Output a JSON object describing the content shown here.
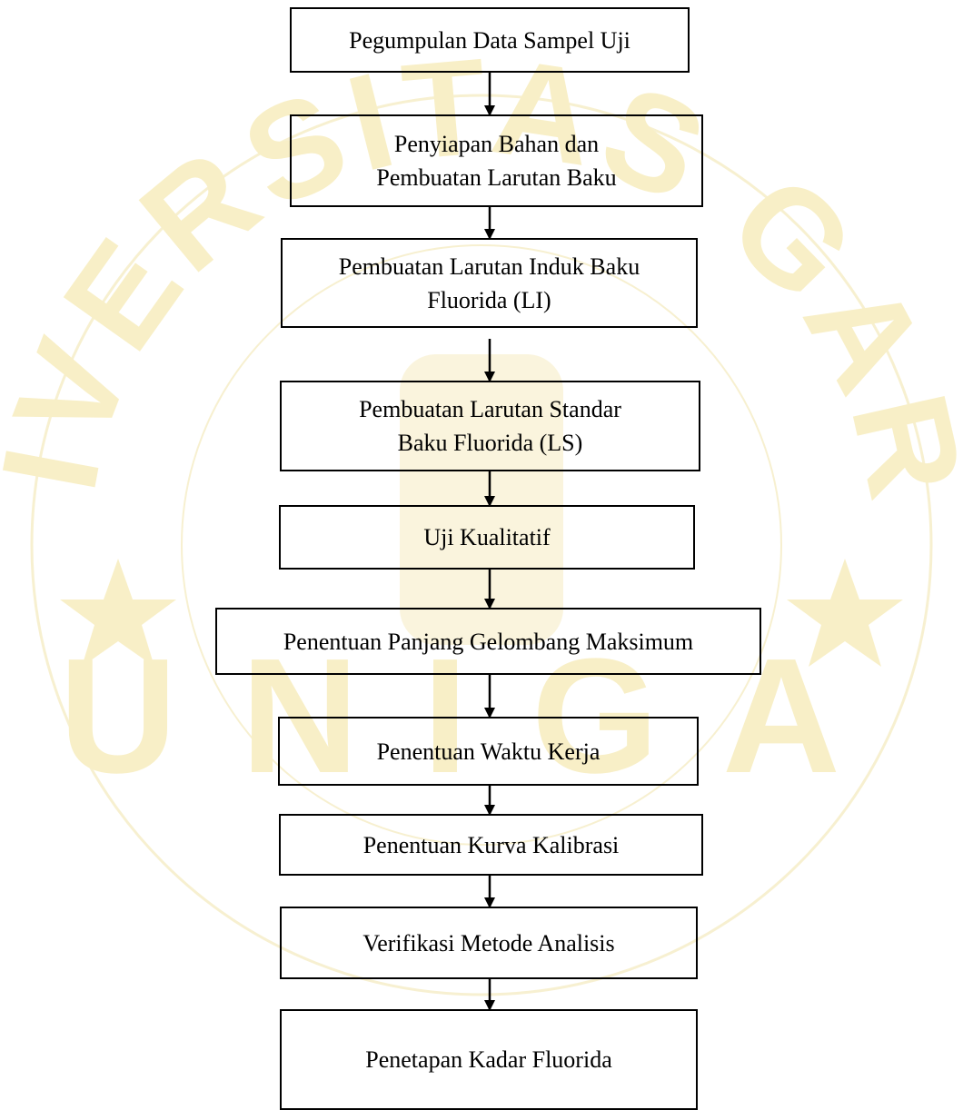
{
  "watermark": {
    "arc_text": "UNIVERSITAS GARUT",
    "bottom_text": "UNIGA",
    "color": "#f3e39a"
  },
  "flowchart": {
    "steps": [
      {
        "lines": [
          "Pegumpulan Data Sampel Uji"
        ]
      },
      {
        "lines": [
          "Penyiapan Bahan dan",
          "Pembuatan Larutan Baku"
        ]
      },
      {
        "lines": [
          "Pembuatan Larutan Induk Baku",
          "Fluorida (LI)"
        ]
      },
      {
        "lines": [
          "Pembuatan Larutan Standar",
          "Baku Fluorida (LS)"
        ]
      },
      {
        "lines": [
          "Uji Kualitatif"
        ]
      },
      {
        "lines": [
          "Penentuan Panjang Gelombang Maksimum"
        ]
      },
      {
        "lines": [
          "Penentuan Waktu Kerja"
        ]
      },
      {
        "lines": [
          "Penentuan Kurva Kalibrasi"
        ]
      },
      {
        "lines": [
          "Verifikasi Metode Analisis"
        ]
      },
      {
        "lines": [
          "Penetapan Kadar Fluorida"
        ]
      }
    ]
  }
}
